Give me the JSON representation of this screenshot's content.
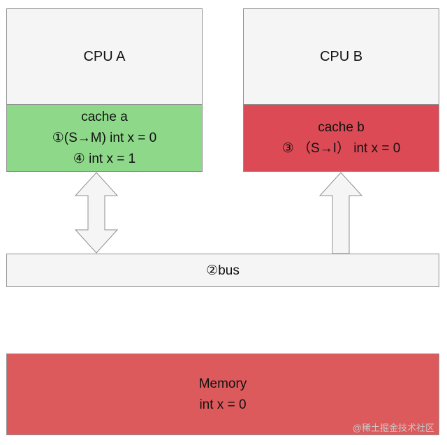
{
  "cpu_a": {
    "title": "CPU A"
  },
  "cache_a": {
    "lines": [
      "cache a",
      "①(S→M) int x = 0",
      "④ int x = 1"
    ]
  },
  "cpu_b": {
    "title": "CPU B"
  },
  "cache_b": {
    "lines": [
      "cache b",
      "③ （S→I） int x = 0"
    ]
  },
  "bus": {
    "label": "②bus"
  },
  "memory": {
    "lines": [
      "Memory",
      "int x = 0"
    ]
  },
  "watermark": "@稀土掘金技术社区",
  "colors": {
    "cache_a": "#8ed88a",
    "cache_b": "#dc4a55",
    "memory": "#dc5a5c",
    "neutral": "#f5f5f5"
  },
  "arrows": [
    {
      "name": "cache-a-bus-double-arrow",
      "direction": "bidirectional"
    },
    {
      "name": "bus-to-cache-b-arrow",
      "direction": "up"
    }
  ]
}
